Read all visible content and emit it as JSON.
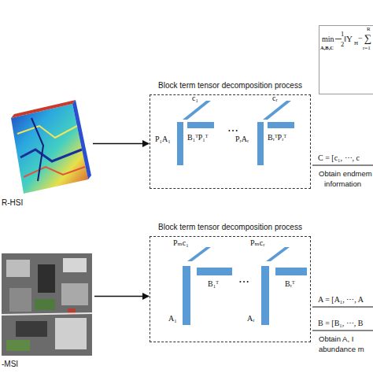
{
  "diagram": {
    "nodes": [
      {
        "text": [
          "min",
          "A,B,C",
          "1",
          "2",
          "‖Y",
          "H",
          "−",
          "∑",
          "R",
          "r=1"
        ]
      },
      {
        "text": [
          "R-HSI"
        ]
      },
      {
        "text": [
          "Block term tensor decomposition process"
        ]
      },
      {
        "text": [
          "-MSI"
        ]
      },
      {
        "text": [
          "Block term tensor decomposition process"
        ]
      }
    ],
    "edges": [
      {
        "from": 1,
        "to": 2,
        "arrow": "to"
      },
      {
        "from": 3,
        "to": 4,
        "arrow": "to"
      }
    ],
    "labels": [
      "c₁",
      "P₁A₁",
      "B₁ᵀP₁ᵀ",
      "⋯",
      "cᵣ",
      "PᵣAᵣ",
      "BᵣᵀPᵣᵀ",
      "C = [c₁, ⋯, c",
      "Obtain endmem",
      "information",
      "Pₘc₁",
      "A₁",
      "B₁ᵀ",
      "⋯",
      "Pₘcᵣ",
      "Aᵣ",
      "Bᵣᵀ",
      "A = [A₁, ⋯, A",
      "B = [B₁, ⋯, B",
      "Obtain A, I",
      "abundance m"
    ]
  }
}
